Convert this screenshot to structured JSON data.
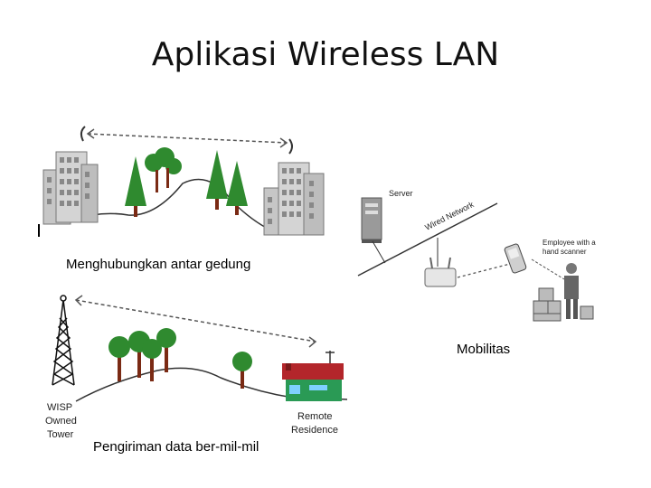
{
  "slide": {
    "title": "Aplikasi Wireless LAN"
  },
  "panels": {
    "buildings": {
      "caption": "Menghubungkan antar gedung"
    },
    "mobility": {
      "caption": "Mobilitas",
      "server_label": "Server",
      "network_label": "Wired Network",
      "employee_label_line1": "Employee with a",
      "employee_label_line2": "hand scanner"
    },
    "wisp": {
      "caption": "Pengiriman data ber-mil-mil",
      "tower_label_line1": "WISP",
      "tower_label_line2": "Owned",
      "tower_label_line3": "Tower",
      "residence_label_line1": "Remote",
      "residence_label_line2": "Residence"
    }
  },
  "colors": {
    "tree_green": "#2f8a2f",
    "tree_trunk": "#7a2a14",
    "house_roof": "#b3262b",
    "house_wall": "#2a9a55",
    "building_gray": "#bfbfbf"
  }
}
